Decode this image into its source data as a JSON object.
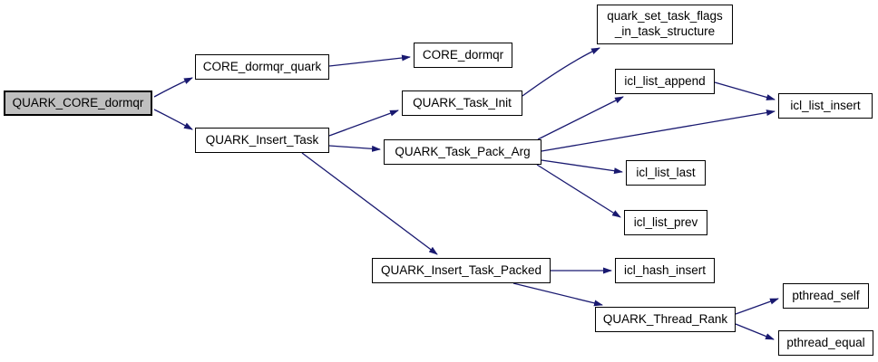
{
  "diagram": {
    "type": "call-graph",
    "root": "QUARK_CORE_dormqr",
    "colors": {
      "background": "#ffffff",
      "edge": "#191970",
      "node_border": "#000000",
      "node_fill": "#ffffff",
      "root_node_fill": "#bfbfbf",
      "text": "#000000"
    },
    "nodes": [
      {
        "id": "QUARK_CORE_dormqr",
        "label": "QUARK_CORE_dormqr",
        "root": true
      },
      {
        "id": "CORE_dormqr_quark",
        "label": "CORE_dormqr_quark"
      },
      {
        "id": "CORE_dormqr",
        "label": "CORE_dormqr"
      },
      {
        "id": "QUARK_Insert_Task",
        "label": "QUARK_Insert_Task"
      },
      {
        "id": "QUARK_Task_Init",
        "label": "QUARK_Task_Init"
      },
      {
        "id": "QUARK_Task_Pack_Arg",
        "label": "QUARK_Task_Pack_Arg"
      },
      {
        "id": "quark_set_task_flags_in_task_structure",
        "label": "quark_set_task_flags\n_in_task_structure"
      },
      {
        "id": "icl_list_append",
        "label": "icl_list_append"
      },
      {
        "id": "icl_list_insert",
        "label": "icl_list_insert"
      },
      {
        "id": "icl_list_last",
        "label": "icl_list_last"
      },
      {
        "id": "icl_list_prev",
        "label": "icl_list_prev"
      },
      {
        "id": "QUARK_Insert_Task_Packed",
        "label": "QUARK_Insert_Task_Packed"
      },
      {
        "id": "icl_hash_insert",
        "label": "icl_hash_insert"
      },
      {
        "id": "QUARK_Thread_Rank",
        "label": "QUARK_Thread_Rank"
      },
      {
        "id": "pthread_self",
        "label": "pthread_self"
      },
      {
        "id": "pthread_equal",
        "label": "pthread_equal"
      }
    ],
    "edges": [
      {
        "from": "QUARK_CORE_dormqr",
        "to": "CORE_dormqr_quark"
      },
      {
        "from": "QUARK_CORE_dormqr",
        "to": "QUARK_Insert_Task"
      },
      {
        "from": "CORE_dormqr_quark",
        "to": "CORE_dormqr"
      },
      {
        "from": "QUARK_Insert_Task",
        "to": "QUARK_Task_Init"
      },
      {
        "from": "QUARK_Insert_Task",
        "to": "QUARK_Task_Pack_Arg"
      },
      {
        "from": "QUARK_Insert_Task",
        "to": "QUARK_Insert_Task_Packed"
      },
      {
        "from": "QUARK_Task_Init",
        "to": "quark_set_task_flags_in_task_structure"
      },
      {
        "from": "QUARK_Task_Pack_Arg",
        "to": "icl_list_append"
      },
      {
        "from": "QUARK_Task_Pack_Arg",
        "to": "icl_list_insert"
      },
      {
        "from": "QUARK_Task_Pack_Arg",
        "to": "icl_list_last"
      },
      {
        "from": "QUARK_Task_Pack_Arg",
        "to": "icl_list_prev"
      },
      {
        "from": "icl_list_append",
        "to": "icl_list_insert"
      },
      {
        "from": "QUARK_Insert_Task_Packed",
        "to": "icl_hash_insert"
      },
      {
        "from": "QUARK_Insert_Task_Packed",
        "to": "QUARK_Thread_Rank"
      },
      {
        "from": "QUARK_Thread_Rank",
        "to": "pthread_self"
      },
      {
        "from": "QUARK_Thread_Rank",
        "to": "pthread_equal"
      }
    ]
  }
}
